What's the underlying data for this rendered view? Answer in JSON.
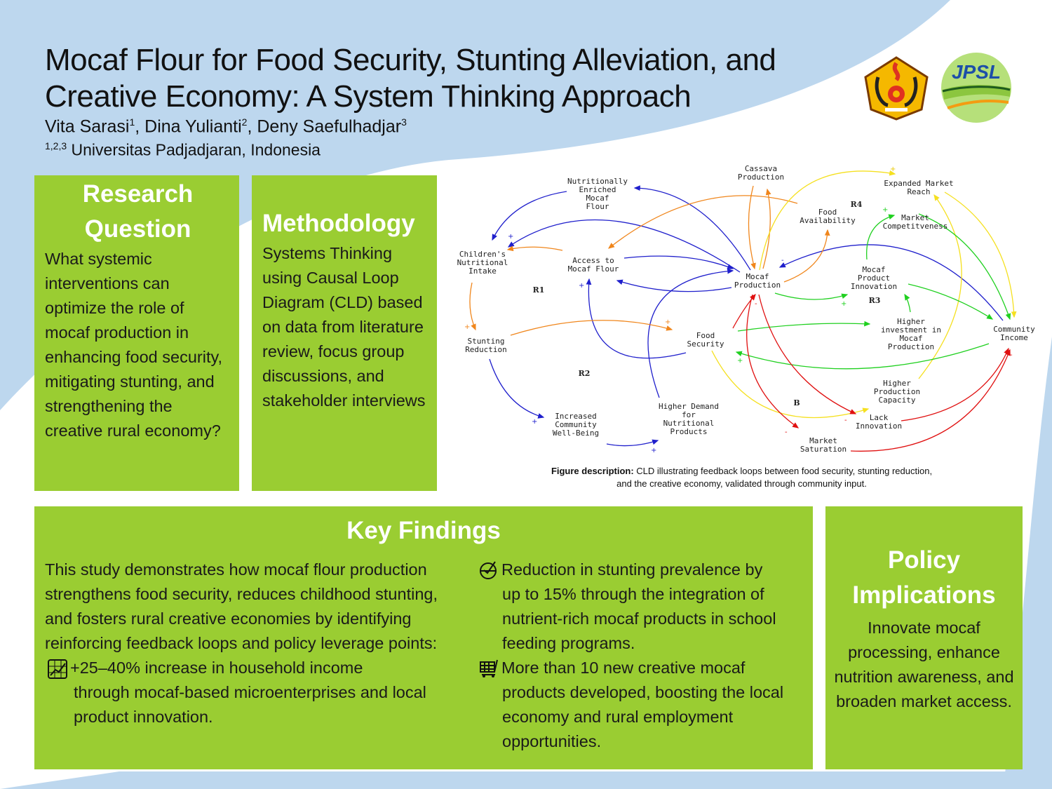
{
  "header": {
    "title_line1": "Mocaf Flour for Food Security, Stunting Alleviation, and",
    "title_line2": "Creative Economy: A System Thinking Approach",
    "authors": [
      {
        "name": "Vita Sarasi",
        "sup": "1"
      },
      {
        "name": "Dina Yulianti",
        "sup": "2"
      },
      {
        "name": "Deny Saefulhadjar",
        "sup": "3"
      }
    ],
    "author_sep": ", ",
    "affiliation_sup": "1,2,3",
    "affiliation": " Universitas Padjadjaran, Indonesia",
    "logos": {
      "university": "Universitas Padjadjaran crest",
      "journal": "JPSL"
    }
  },
  "research_question": {
    "title": "Research Question",
    "text": "What systemic interventions can optimize the role of mocaf production in enhancing food security, mitigating stunting, and strengthening the creative rural economy?"
  },
  "methodology": {
    "title": "Methodology",
    "text": "Systems Thinking using Causal Loop Diagram (CLD) based on data from literature review, focus group discussions, and stakeholder interviews"
  },
  "cld": {
    "plus": "+",
    "minus": "-",
    "loops": {
      "r1": "R1",
      "r2": "R2",
      "r3": "R3",
      "r4": "R4",
      "b": "B"
    },
    "nodes": {
      "nutritionally_enriched": [
        "Nutritionally",
        "Enriched",
        "Mocaf",
        "Flour"
      ],
      "cassava": [
        "Cassava",
        "Production"
      ],
      "expanded_market": [
        "Expanded Market",
        "Reach"
      ],
      "food_availability": [
        "Food",
        "Availability"
      ],
      "market_competitiveness": [
        "Market",
        "Competitveness"
      ],
      "childrens_intake": [
        "Children's",
        "Nutritional",
        "Intake"
      ],
      "access": [
        "Access to",
        "Mocaf Flour"
      ],
      "mocaf_production": [
        "Mocaf",
        "Production"
      ],
      "product_innovation": [
        "Mocaf",
        "Product",
        "Innovation"
      ],
      "stunting": [
        "Stunting",
        "Reduction"
      ],
      "food_security": [
        "Food",
        "Security"
      ],
      "higher_investment": [
        "Higher",
        "investment in",
        "Mocaf",
        "Production"
      ],
      "community_income": [
        "Community",
        "Income"
      ],
      "production_capacity": [
        "Higher",
        "Production",
        "Capacity"
      ],
      "higher_demand": [
        "Higher Demand",
        "for",
        "Nutritional",
        "Products"
      ],
      "wellbeing": [
        "Increased",
        "Community",
        "Well-Being"
      ],
      "lack_innovation": [
        "Lack",
        "Innovation"
      ],
      "market_saturation": [
        "Market",
        "Saturation"
      ]
    },
    "caption_label": "Figure description:",
    "caption_text": " CLD illustrating feedback loops between food security, stunting reduction,",
    "caption_text2": "and the creative economy, validated through community input."
  },
  "key_findings": {
    "title": "Key Findings",
    "intro": "This study demonstrates how mocaf flour production strengthens food security, reduces childhood stunting, and fosters rural creative economies by identifying reinforcing feedback loops and policy leverage points:",
    "items": [
      {
        "icon": "chart-icon",
        "first": "+25–40% increase in household income",
        "rest": "through mocaf-based microenterprises and local product innovation."
      },
      {
        "icon": "checkmark-icon",
        "first": "Reduction in stunting prevalence by",
        "rest": "up to 15% through the integration of nutrient-rich mocaf products in school feeding programs."
      },
      {
        "icon": "cart-icon",
        "first": "More than 10 new creative mocaf",
        "rest": "products developed, boosting the local economy and rural employment opportunities."
      }
    ]
  },
  "policy": {
    "title": "Policy Implications",
    "text": "Innovate mocaf processing, enhance nutrition awareness, and broaden market access."
  },
  "colors": {
    "panel": "#9acd32",
    "background_blue": "#bdd7ee",
    "blue": "#1f1fcc",
    "orange": "#f0861c",
    "yellow": "#f5f020",
    "green": "#20e020",
    "red": "#e01010"
  }
}
